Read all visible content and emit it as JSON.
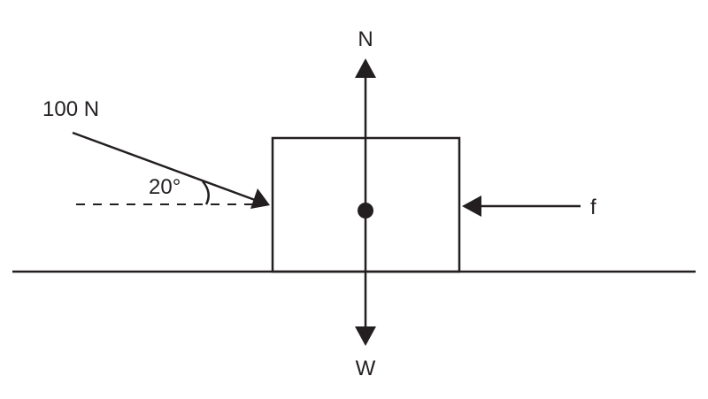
{
  "applied_force": {
    "label": "100 N",
    "angle_label": "20°",
    "angle_deg": 20
  },
  "normal_force": {
    "label": "N"
  },
  "weight": {
    "label": "W"
  },
  "friction": {
    "label": "f"
  },
  "colors": {
    "ink": "#231f20",
    "background": "#ffffff"
  }
}
